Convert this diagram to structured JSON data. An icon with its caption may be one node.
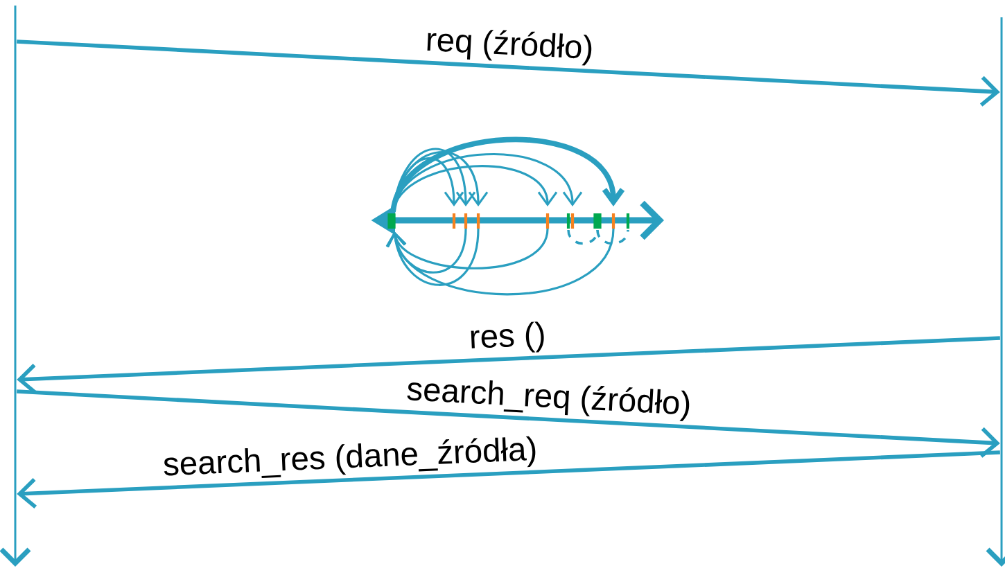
{
  "diagram": {
    "nodes": [
      {
        "text": [],
        "shape": "line"
      },
      {
        "text": [],
        "shape": "line"
      }
    ],
    "edges": [
      {
        "from": 0,
        "to": 1,
        "arrow": "to",
        "label": "req (źródło)"
      },
      {
        "from": 1,
        "to": 0,
        "arrow": "to",
        "label": "res ()"
      },
      {
        "from": 0,
        "to": 1,
        "arrow": "to",
        "label": "search_req (źródło)"
      },
      {
        "from": 1,
        "to": 0,
        "arrow": "to",
        "label": "search_res (dane_źródła)"
      }
    ]
  }
}
